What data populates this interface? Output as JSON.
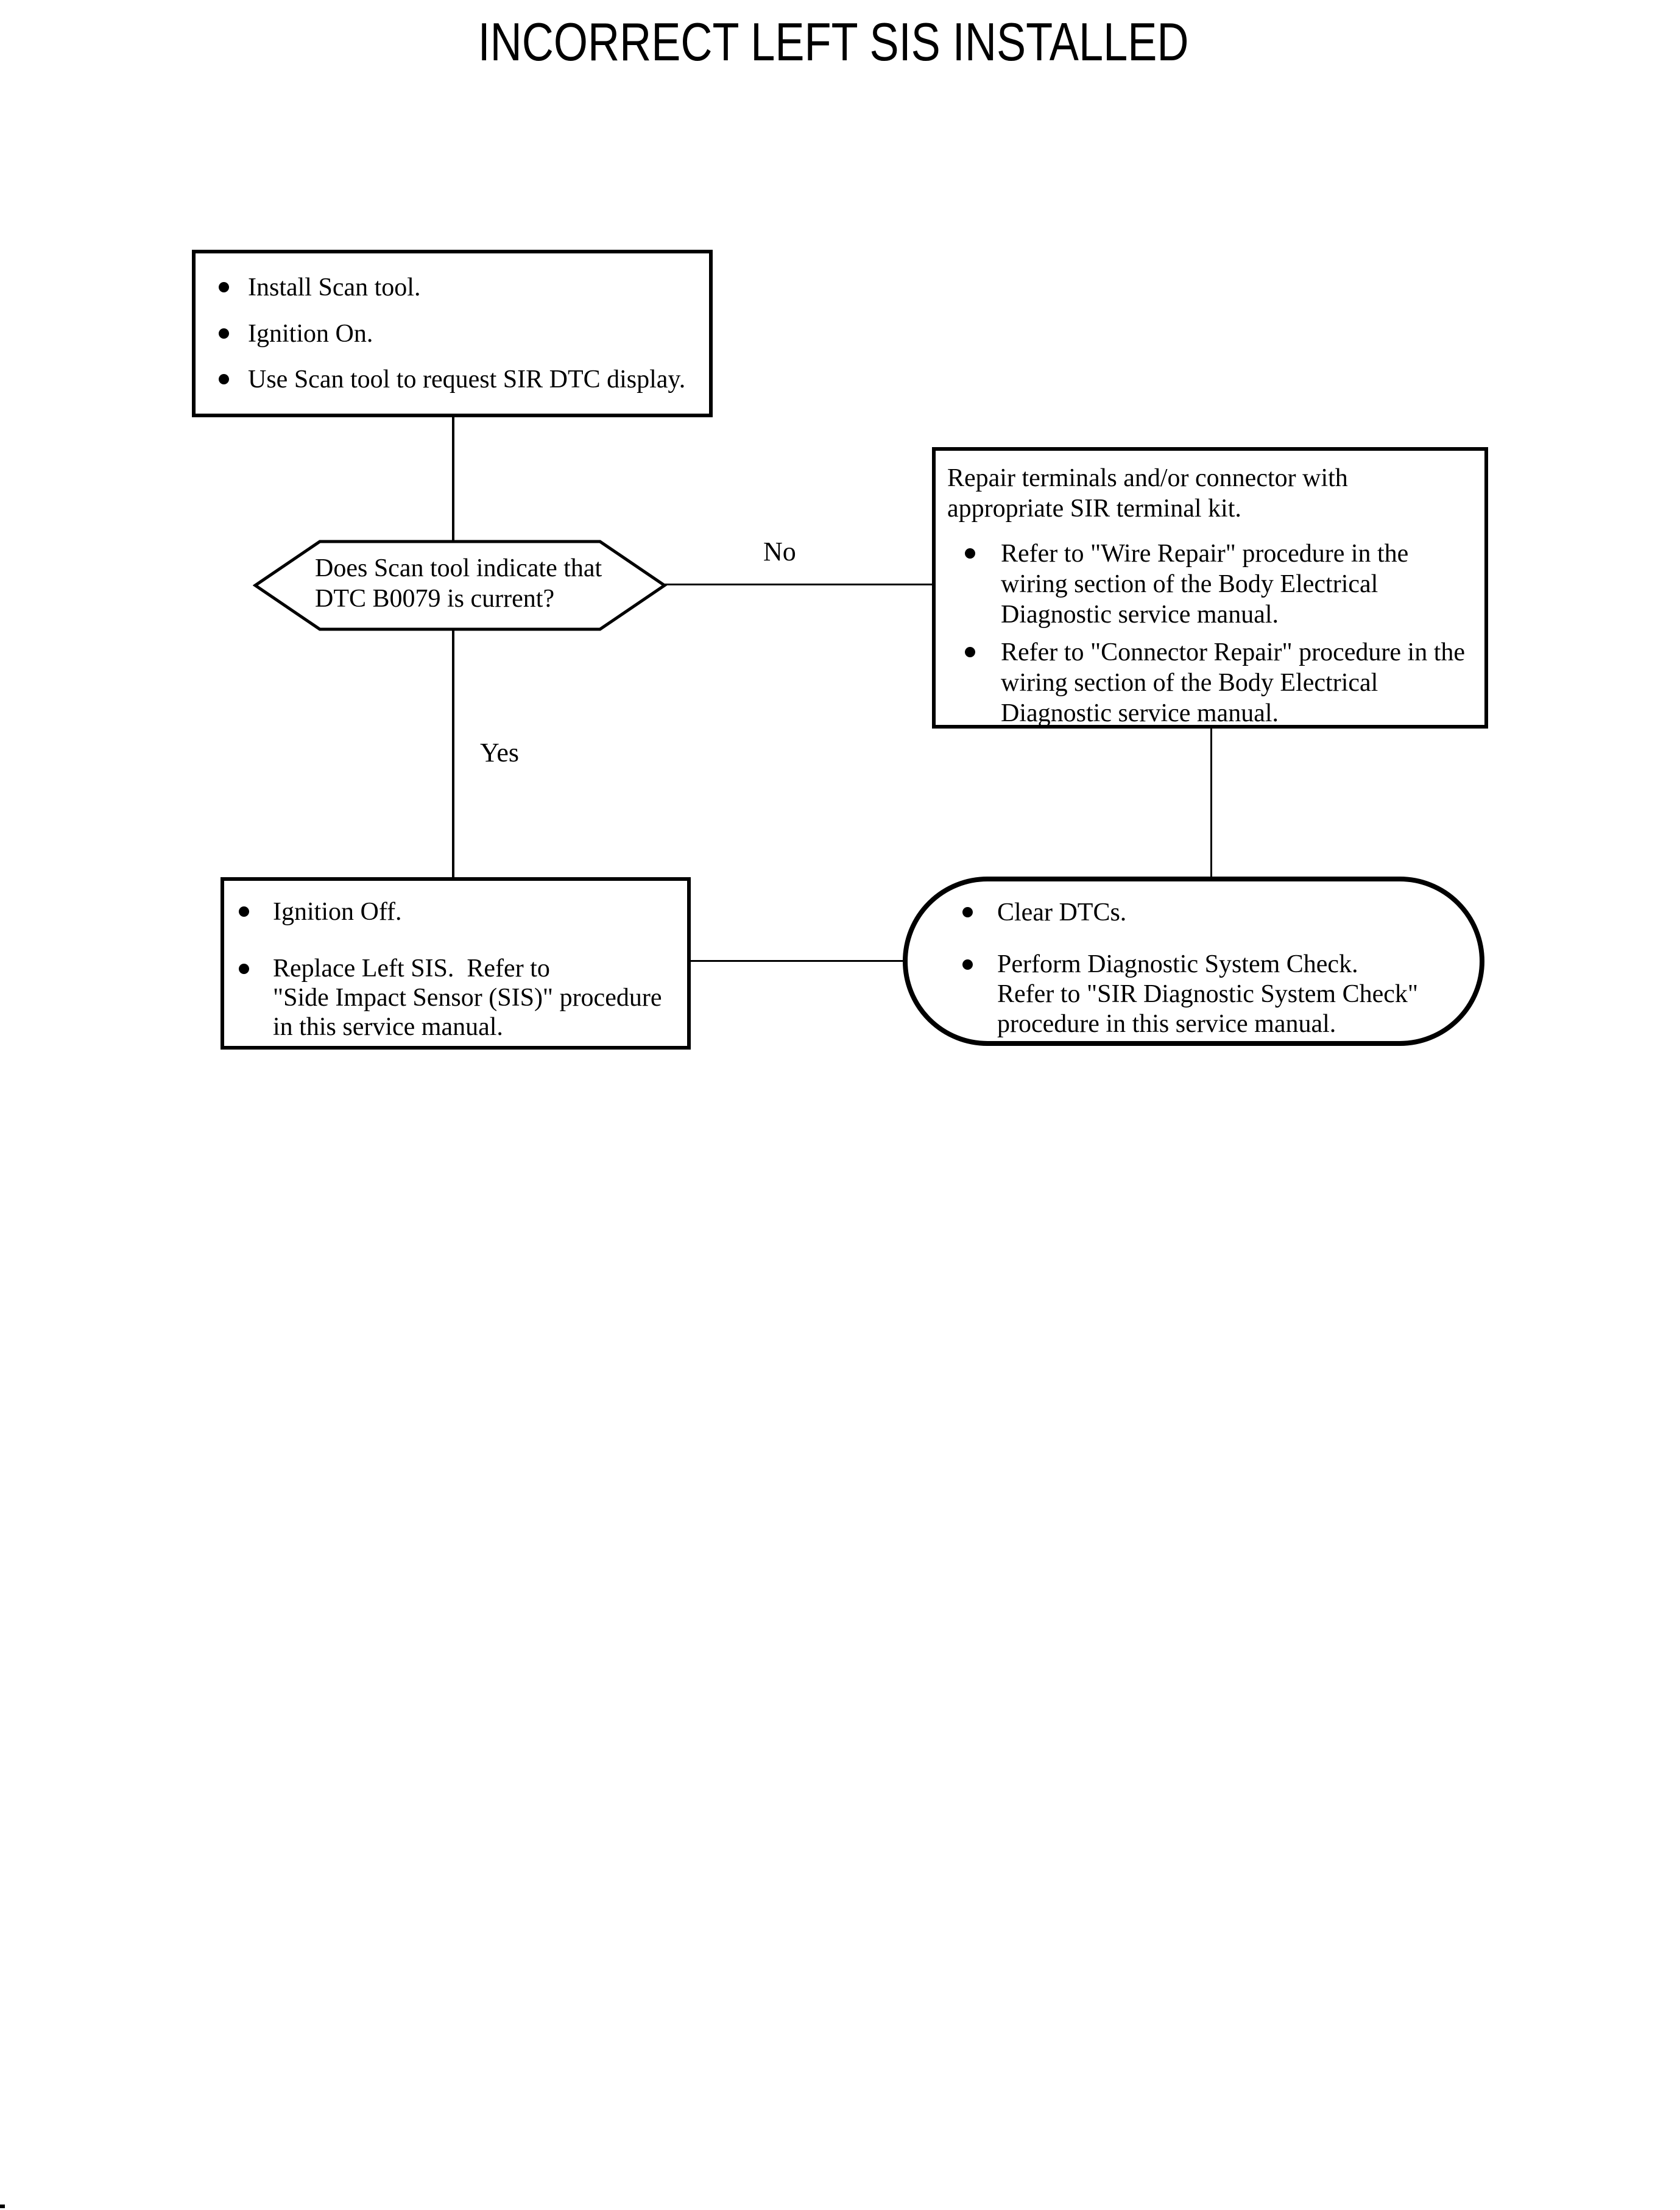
{
  "colors": {
    "ink": "#000000",
    "background": "#ffffff"
  },
  "title": "INCORRECT LEFT SIS INSTALLED",
  "start_box": {
    "bullets": [
      "Install Scan tool.",
      "Ignition On.",
      "Use Scan tool to request SIR DTC display."
    ]
  },
  "decision": {
    "line1": "Does Scan tool indicate that",
    "line2": "DTC B0079 is current?"
  },
  "edges": {
    "no_label": "No",
    "yes_label": "Yes"
  },
  "repair_box": {
    "intro_line1": "Repair terminals and/or connector with",
    "intro_line2": "appropriate SIR terminal kit.",
    "bullets": [
      {
        "line1": "Refer to \"Wire Repair\" procedure in the",
        "line2": "wiring section of the Body Electrical",
        "line3": "Diagnostic service manual."
      },
      {
        "line1": "Refer to \"Connector Repair\" procedure in the",
        "line2": "wiring section of the Body Electrical",
        "line3": "Diagnostic service manual."
      }
    ]
  },
  "replace_box": {
    "bullets": [
      {
        "line1": "Ignition Off."
      },
      {
        "line1": "Replace Left SIS.  Refer to",
        "line2": "\"Side Impact Sensor (SIS)\" procedure",
        "line3": "in this service manual."
      }
    ]
  },
  "end_box": {
    "bullets": [
      {
        "line1": "Clear DTCs."
      },
      {
        "line1": "Perform Diagnostic System Check.",
        "line2": "Refer to \"SIR Diagnostic System Check\"",
        "line3": "procedure in this service manual."
      }
    ]
  }
}
